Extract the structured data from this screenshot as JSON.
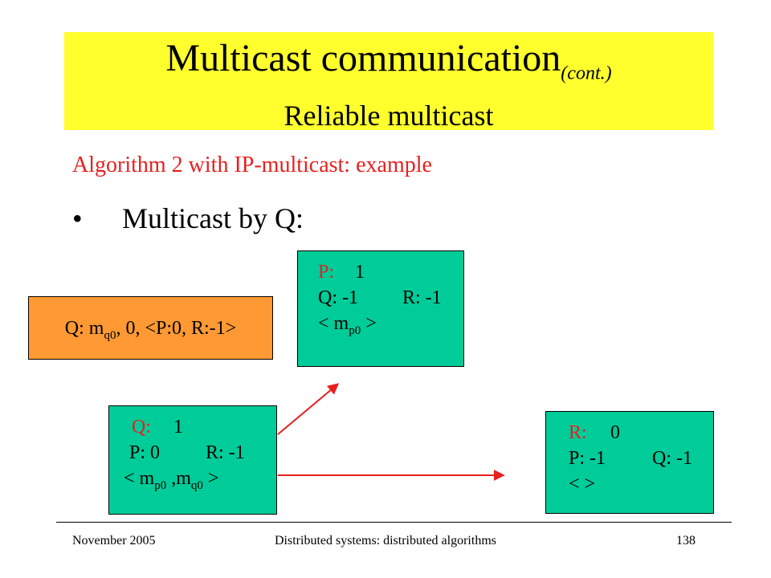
{
  "title": {
    "main": "Multicast communication",
    "cont": "(cont.)",
    "sub": "Reliable multicast"
  },
  "heading": "Algorithm 2 with IP-multicast: example",
  "bullet": {
    "symbol": "•",
    "text": "Multicast by Q:"
  },
  "message": {
    "prefix": "Q: m",
    "sub": "q0",
    "rest": ", 0, <P:0, R:-1>"
  },
  "boxes": {
    "p": {
      "label": "P:",
      "value": "1",
      "row2a": "Q: -1",
      "row2b": "R: -1",
      "row3_pre": "< m",
      "row3_sub": "p0",
      "row3_post": " >"
    },
    "q": {
      "label": "Q:",
      "value": "1",
      "row2a": "P: 0",
      "row2b": "R: -1",
      "row3_pre": "< m",
      "row3_sub1": "p0",
      "row3_mid": " ,m",
      "row3_sub2": "q0",
      "row3_post": " >"
    },
    "r": {
      "label": "R:",
      "value": "0",
      "row2a": "P: -1",
      "row2b": "Q: -1",
      "row3": "< >"
    }
  },
  "colors": {
    "title_bg": "#ffff2e",
    "box_bg": "#00cc99",
    "message_bg": "#ff9933",
    "accent_red": "#e81f1f"
  },
  "footer": {
    "left": "November 2005",
    "center": "Distributed systems: distributed algorithms",
    "right": "138"
  }
}
